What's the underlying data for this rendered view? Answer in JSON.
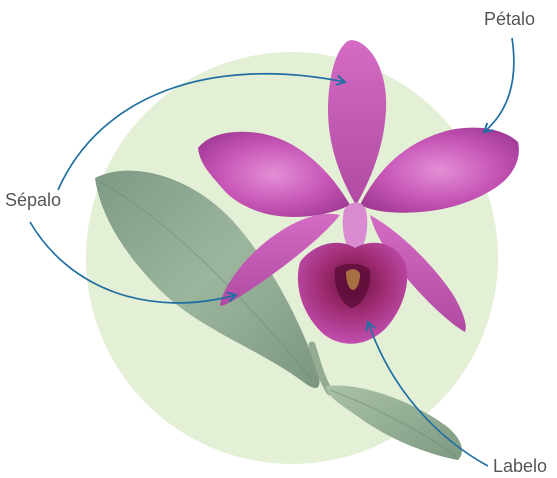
{
  "labels": {
    "petal": "Pétalo",
    "sepal": "Sépalo",
    "labellum": "Labelo"
  },
  "colors": {
    "background_circle": "#e4f0d5",
    "flower": "#c04fb0",
    "flower_dark": "#8e2a80",
    "leaf": "#8fac93",
    "arrow": "#1f6fa3",
    "label_text": "#555555"
  }
}
